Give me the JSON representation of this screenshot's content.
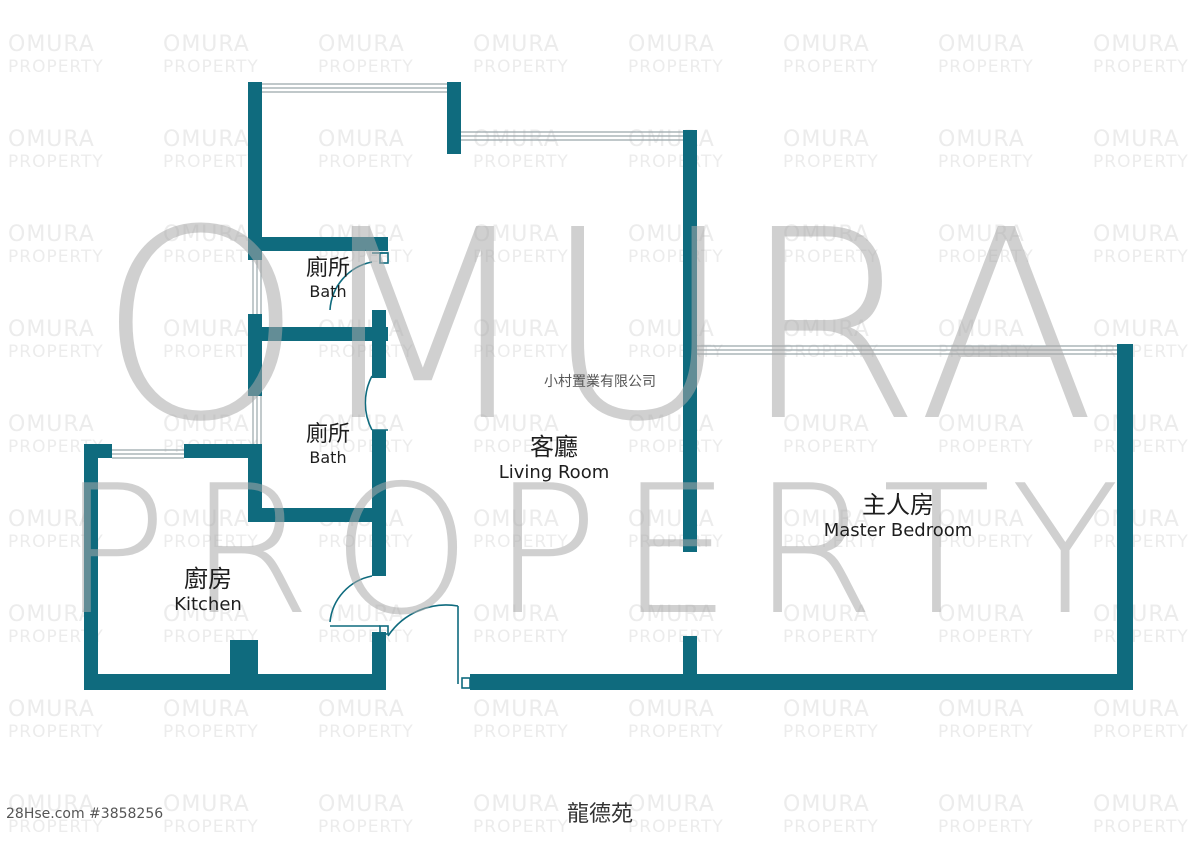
{
  "watermark": {
    "tile_line1": "OMURA",
    "tile_line2": "PROPERTY",
    "big_line1": "OMURA",
    "big_line2": "PROPERTY",
    "company_cn": "小村置業有限公司"
  },
  "colors": {
    "wall": "#0f6b7e",
    "window": "#9aa6aa"
  },
  "rooms": {
    "bath1": {
      "cn": "廁所",
      "en": "Bath"
    },
    "bath2": {
      "cn": "廁所",
      "en": "Bath"
    },
    "living": {
      "cn": "客廳",
      "en": "Living Room"
    },
    "master": {
      "cn": "主人房",
      "en": "Master Bedroom"
    },
    "kitchen": {
      "cn": "廚房",
      "en": "Kitchen"
    }
  },
  "estate_name": "龍德苑",
  "listing_ref": "28Hse.com #3858256"
}
